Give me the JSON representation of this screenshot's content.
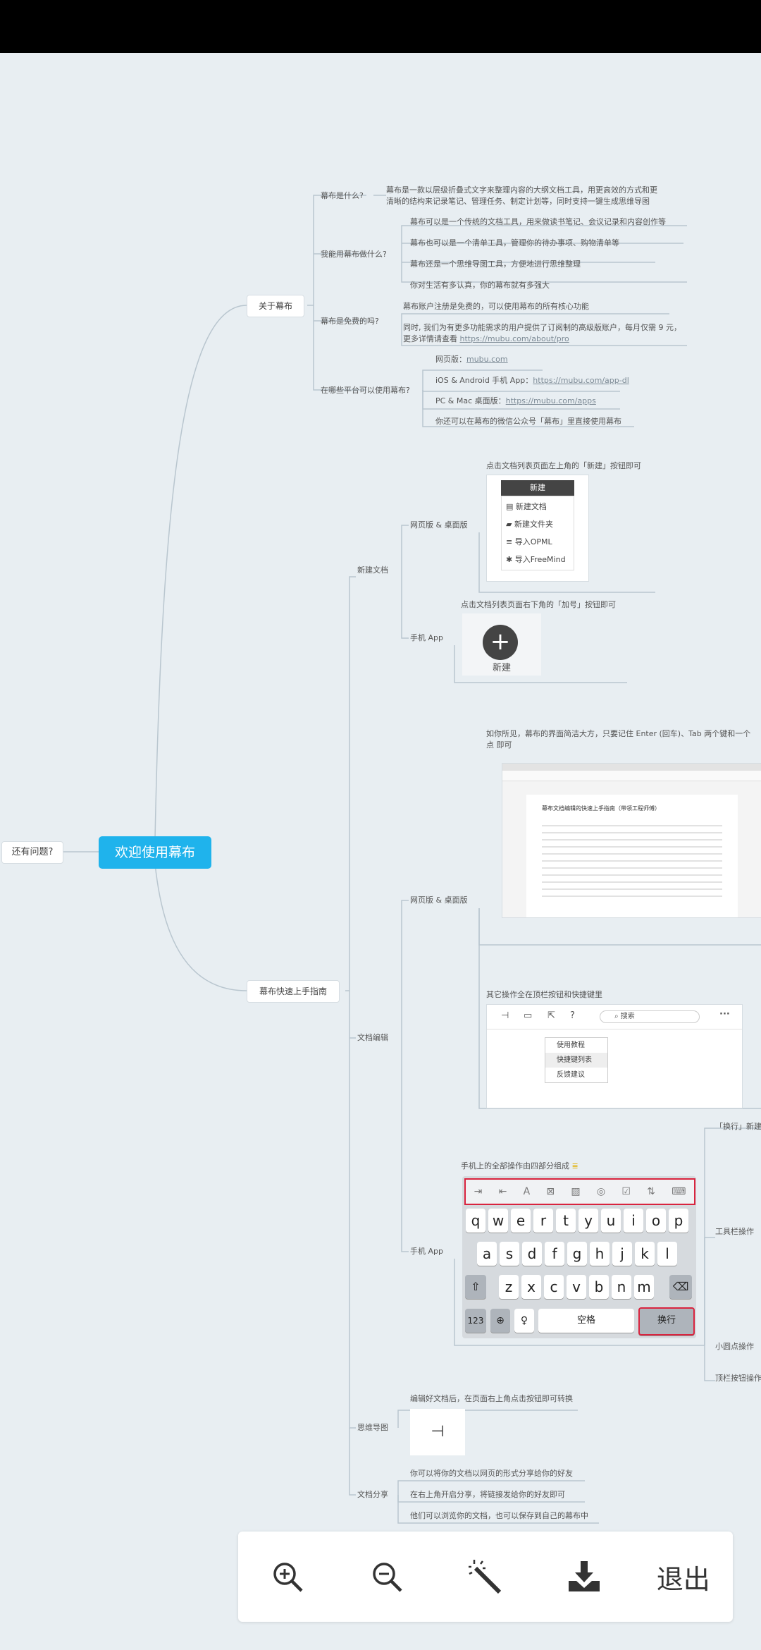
{
  "colors": {
    "accent": "#1fb3ec",
    "highlight_red": "#d9243f",
    "line": "#b9c6cf"
  },
  "root": {
    "label": "欢迎使用幕布",
    "side_label": "还有问题?"
  },
  "about": {
    "label": "关于幕布",
    "q1": {
      "label": "幕布是什么?",
      "a1": "幕布是一款以层级折叠式文字来整理内容的大纲文档工具，用更高效的方式和更",
      "a2": "清晰的结构来记录笔记、管理任务、制定计划等，同时支持一键生成思维导图"
    },
    "q2": {
      "label": "我能用幕布做什么?",
      "items": [
        "幕布可以是一个传统的文档工具，用来做读书笔记、会议记录和内容创作等",
        "幕布也可以是一个清单工具，管理你的待办事项、购物清单等",
        "幕布还是一个思维导图工具，方便地进行思维整理",
        "你对生活有多认真，你的幕布就有多强大"
      ]
    },
    "q3": {
      "label": "幕布是免费的吗?",
      "a1": "幕布账户注册是免费的，可以使用幕布的所有核心功能",
      "a2": "同时, 我们为有更多功能需求的用户提供了订阅制的高级版账户，每月仅需 9 元，",
      "a3": "更多详情请查看",
      "a3_link": "https://mubu.com/about/pro"
    },
    "q4": {
      "label": "在哪些平台可以使用幕布?",
      "web": "网页版：",
      "web_link": "mubu.com",
      "mobile": "iOS & Android 手机 App：",
      "mobile_link": "https://mubu.com/app-dl",
      "pc": "PC & Mac 桌面版：",
      "pc_link": "https://mubu.com/apps",
      "wechat": "你还可以在幕布的微信公众号「幕布」里直接使用幕布"
    }
  },
  "guide": {
    "label": "幕布快速上手指南",
    "new_doc": {
      "label": "新建文档",
      "web": {
        "label": "网页版 & 桌面版",
        "desc": "点击文档列表页面左上角的「新建」按钮即可",
        "menu_title": "新建",
        "menu_items": [
          "新建文档",
          "新建文件夹",
          "导入OPML",
          "导入FreeMind"
        ]
      },
      "app": {
        "label": "手机 App",
        "desc": "点击文档列表页面右下角的「加号」按钮即可",
        "button_label": "新建"
      }
    },
    "edit": {
      "label": "文档编辑",
      "web": {
        "label": "网页版 & 桌面版",
        "desc1": "如你所见，幕布的界面简洁大方，只要记住 Enter (回车)、Tab 两个键和一个",
        "desc2": "点 即可",
        "screenshot_title": "幕布文档编辑的快速上手指南（带领工程师傅）",
        "desc3": "其它操作全在顶栏按钮和快捷键里",
        "search_placeholder": "搜索",
        "menu_items": [
          "使用教程",
          "快捷键列表",
          "反馈建议"
        ]
      },
      "app": {
        "label": "手机 App",
        "desc": "手机上的全部操作由四部分组成",
        "key_rows": [
          [
            "q",
            "w",
            "e",
            "r",
            "t",
            "y",
            "u",
            "i",
            "o",
            "p"
          ],
          [
            "a",
            "s",
            "d",
            "f",
            "g",
            "h",
            "j",
            "k",
            "l"
          ],
          [
            "z",
            "x",
            "c",
            "v",
            "b",
            "n",
            "m"
          ]
        ],
        "key_123": "123",
        "key_space": "空格",
        "key_enter": "换行",
        "side_labels": [
          "「换行」新建",
          "工具栏操作",
          "小圆点操作",
          "顶栏按钮操作"
        ]
      }
    },
    "mindmap": {
      "label": "思维导图",
      "desc": "编辑好文档后，在页面右上角点击按钮即可转换"
    },
    "share": {
      "label": "文档分享",
      "items": [
        "你可以将你的文档以网页的形式分享给你的好友",
        "在右上角开启分享，将链接发给你的好友即可",
        "他们可以浏览你的文档，也可以保存到自己的幕布中"
      ]
    }
  },
  "toolbar": {
    "zoom_in": "zoom-in-icon",
    "zoom_out": "zoom-out-icon",
    "magic": "magic-wand-icon",
    "download": "download-icon",
    "exit_label": "退出"
  }
}
